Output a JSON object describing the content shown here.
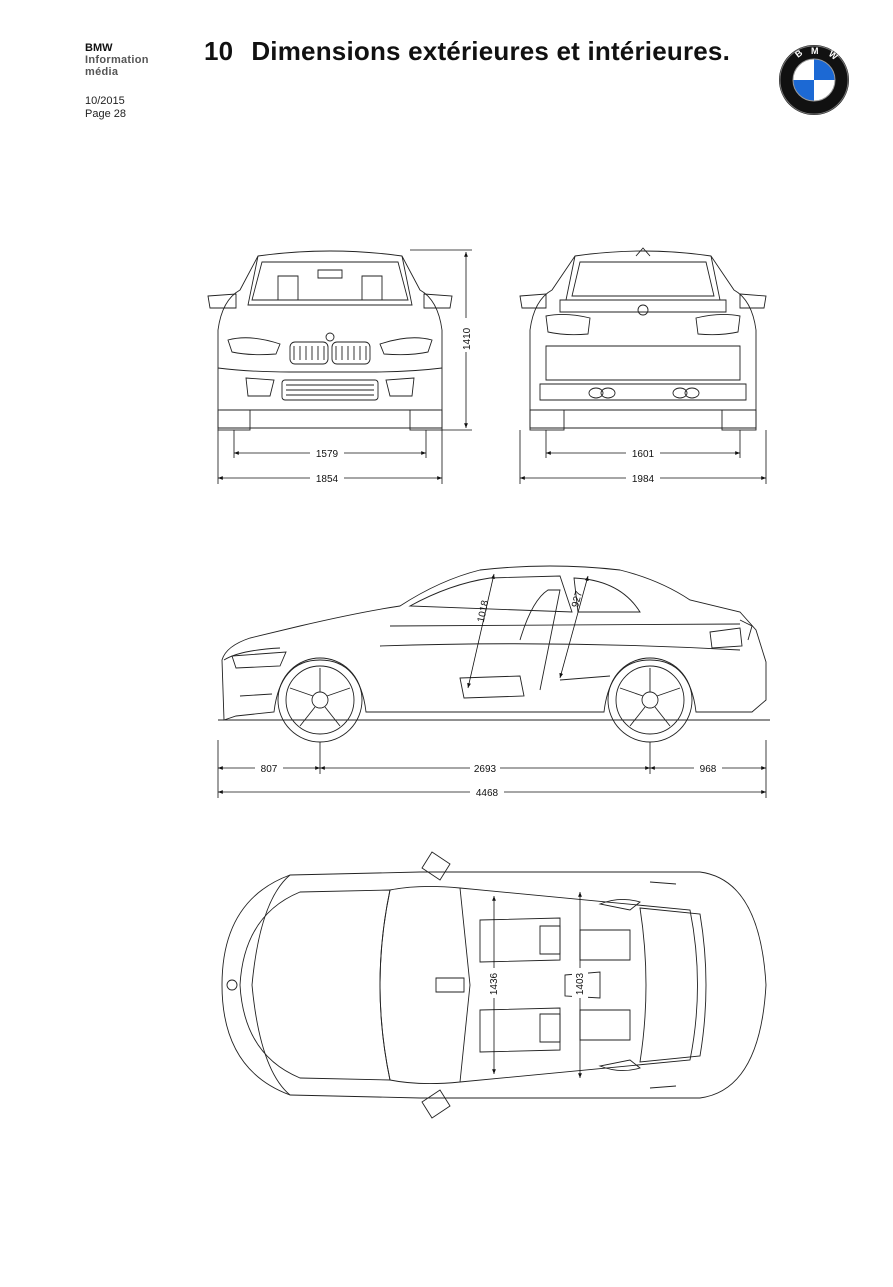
{
  "header": {
    "brand": "BMW",
    "subtitle_line1": "Information",
    "subtitle_line2": "média",
    "date": "10/2015",
    "page": "Page 28"
  },
  "title": {
    "number": "10",
    "text": "Dimensions extérieures et intérieures."
  },
  "logo": {
    "letters": "BMW",
    "colors": {
      "blue": "#1c69d4",
      "ring": "#111111",
      "white": "#ffffff"
    }
  },
  "front_view": {
    "height": "1410",
    "track": "1579",
    "width": "1854"
  },
  "rear_view": {
    "track": "1601",
    "width": "1984"
  },
  "side_view": {
    "front_overhang": "807",
    "wheelbase": "2693",
    "rear_overhang": "968",
    "length": "4468",
    "front_headroom": "1018",
    "rear_headroom": "927"
  },
  "top_view": {
    "front_shoulder": "1436",
    "rear_shoulder": "1403"
  }
}
